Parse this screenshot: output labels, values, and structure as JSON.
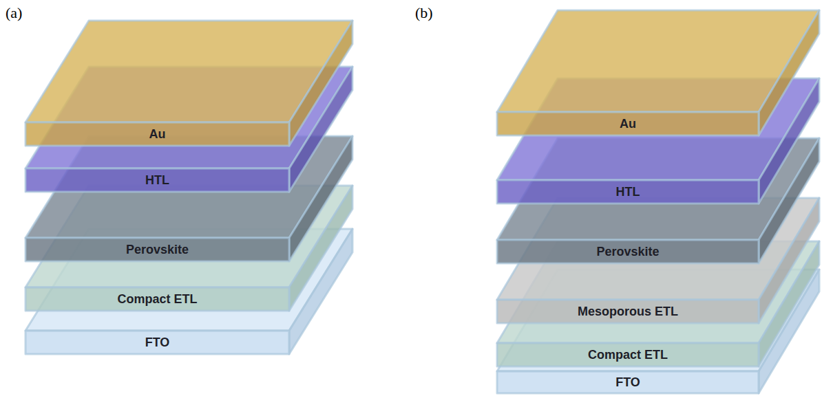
{
  "diagram": {
    "nodes": [
      {
        "text": [
          "Au"
        ]
      },
      {
        "text": [
          "HTL"
        ]
      },
      {
        "text": [
          "Perovskite"
        ]
      },
      {
        "text": [
          "Compact ETL"
        ]
      },
      {
        "text": [
          "FTO"
        ]
      },
      {
        "text": [
          "Au"
        ]
      },
      {
        "text": [
          "HTL"
        ]
      },
      {
        "text": [
          "Perovskite"
        ]
      },
      {
        "text": [
          "Mesoporous ETL"
        ]
      },
      {
        "text": [
          "Compact ETL"
        ]
      },
      {
        "text": [
          "FTO"
        ]
      }
    ],
    "labels": [
      "(a)",
      "(b)"
    ]
  }
}
